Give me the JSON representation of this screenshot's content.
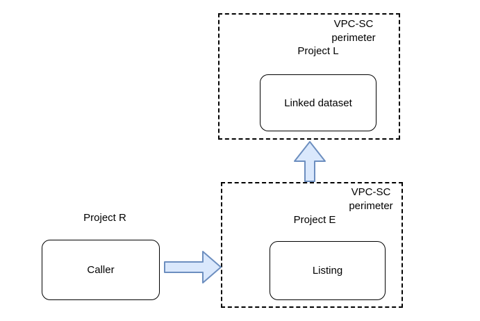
{
  "diagram": {
    "perimeter_top": {
      "label": "VPC-SC\nperimeter",
      "project_label": "Project L",
      "node_label": "Linked dataset"
    },
    "perimeter_bottom": {
      "label": "VPC-SC\nperimeter",
      "project_label": "Project E",
      "node_label": "Listing"
    },
    "external": {
      "project_label": "Project R",
      "node_label": "Caller"
    },
    "arrows": {
      "caller_to_listing": {
        "direction": "right"
      },
      "listing_to_linked_dataset": {
        "direction": "up"
      }
    },
    "colors": {
      "arrow_fill": "#dae8fc",
      "arrow_stroke": "#6c8ebf",
      "box_border": "#000000",
      "background": "#ffffff",
      "text": "#000000"
    }
  }
}
